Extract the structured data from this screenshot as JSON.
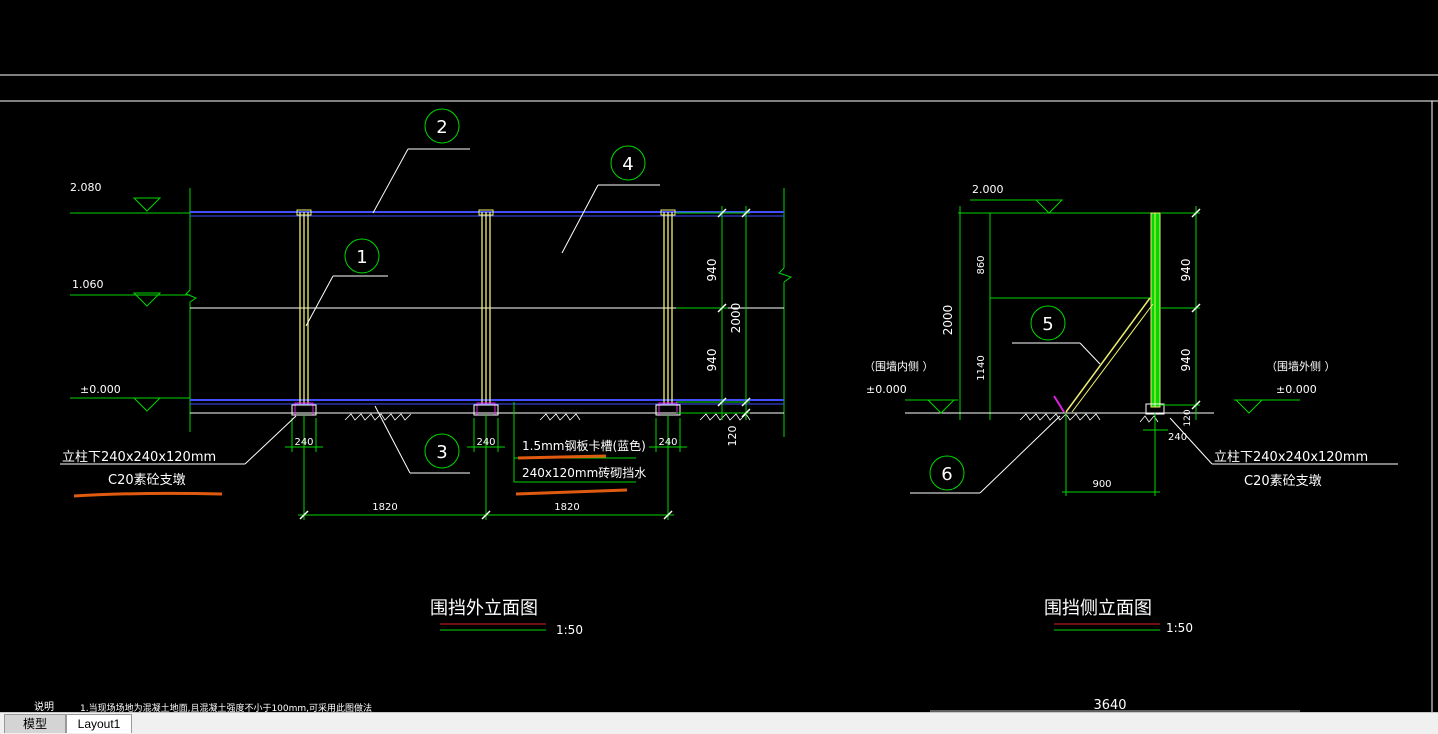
{
  "tabs": {
    "model": "模型",
    "layout": "Layout1"
  },
  "front_view": {
    "levels": {
      "top": "2.080",
      "mid": "1.060",
      "base": "±0.000"
    },
    "callouts": [
      "1",
      "2",
      "3",
      "4"
    ],
    "dims": {
      "upper": "940",
      "lower": "940",
      "total": "2000",
      "footing": "120",
      "pier_a": "240",
      "pier_b": "240",
      "pier_c": "240",
      "span_a": "1820",
      "span_b": "1820"
    },
    "notes": {
      "pier_spec": "立柱下240x240x120mm",
      "pier_material": "C20素砼支墩",
      "panel_spec": "1.5mm钢板卡槽(蓝色)",
      "wall_spec": "240x120mm砖砌挡水"
    },
    "title": "围挡外立面图",
    "scale": "1:50"
  },
  "side_view": {
    "levels": {
      "top": "2.000",
      "inner_base": "±0.000",
      "outer_base": "±0.000"
    },
    "labels": {
      "inner": "（围墙内侧  ）",
      "outer": "（围墙外侧  ）"
    },
    "callouts": [
      "5",
      "6"
    ],
    "dims": {
      "total": "2000",
      "upper_left": "860",
      "lower_left": "1140",
      "upper_right": "940",
      "lower_right": "940",
      "footing": "120",
      "pier": "240",
      "brace": "900"
    },
    "notes": {
      "pier_spec": "立柱下240x240x120mm",
      "pier_material": "C20素砼支墩"
    },
    "title": "围挡侧立面图",
    "scale": "1:50"
  },
  "footer": {
    "note_head": "说明",
    "note_text": "1.当现场场地为混凝土地面,且混凝土强度不小于100mm,可采用此图做法",
    "total_dim": "3640"
  },
  "colors": {
    "line": "#ffffff",
    "green": "#00d800",
    "yellow": "#f0f070",
    "blue": "#4050ff",
    "orange": "#e05a10",
    "magenta": "#e020e0",
    "red": "#e02020"
  }
}
